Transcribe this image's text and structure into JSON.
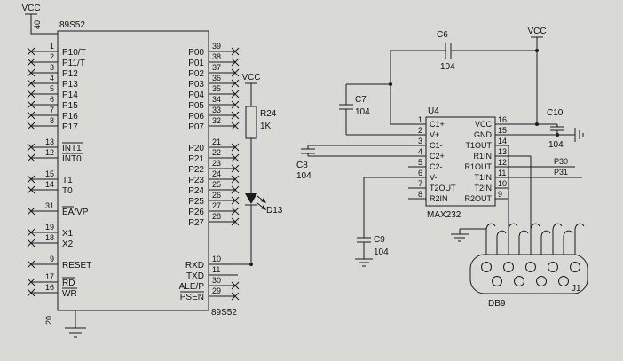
{
  "power": {
    "vcc": "VCC"
  },
  "mcu": {
    "name": "89S52",
    "pin40": "40",
    "pin20": "20",
    "left_pins": [
      {
        "num": "1",
        "label": "P10/T"
      },
      {
        "num": "2",
        "label": "P11/T"
      },
      {
        "num": "3",
        "label": "P12"
      },
      {
        "num": "4",
        "label": "P13"
      },
      {
        "num": "5",
        "label": "P14"
      },
      {
        "num": "6",
        "label": "P15"
      },
      {
        "num": "7",
        "label": "P16"
      },
      {
        "num": "8",
        "label": "P17"
      },
      {
        "num": "13",
        "label": "INT1"
      },
      {
        "num": "12",
        "label": "INT0"
      },
      {
        "num": "15",
        "label": "T1"
      },
      {
        "num": "14",
        "label": "T0"
      },
      {
        "num": "31",
        "label": "EA/VP"
      },
      {
        "num": "19",
        "label": "X1"
      },
      {
        "num": "18",
        "label": "X2"
      },
      {
        "num": "9",
        "label": "RESET"
      },
      {
        "num": "17",
        "label": "RD"
      },
      {
        "num": "16",
        "label": "WR"
      }
    ],
    "right_pins": [
      {
        "num": "39",
        "label": "P00"
      },
      {
        "num": "38",
        "label": "P01"
      },
      {
        "num": "37",
        "label": "P02"
      },
      {
        "num": "36",
        "label": "P03"
      },
      {
        "num": "35",
        "label": "P04"
      },
      {
        "num": "34",
        "label": "P05"
      },
      {
        "num": "33",
        "label": "P06"
      },
      {
        "num": "32",
        "label": "P07"
      },
      {
        "num": "21",
        "label": "P20"
      },
      {
        "num": "22",
        "label": "P21"
      },
      {
        "num": "23",
        "label": "P22"
      },
      {
        "num": "24",
        "label": "P23"
      },
      {
        "num": "25",
        "label": "P24"
      },
      {
        "num": "26",
        "label": "P25"
      },
      {
        "num": "27",
        "label": "P26"
      },
      {
        "num": "28",
        "label": "P27"
      },
      {
        "num": "10",
        "label": "RXD"
      },
      {
        "num": "11",
        "label": "TXD"
      },
      {
        "num": "30",
        "label": "ALE/P"
      },
      {
        "num": "29",
        "label": "PSEN"
      }
    ]
  },
  "resistor": {
    "ref": "R24",
    "value": "1K"
  },
  "led": {
    "ref": "D13"
  },
  "capacitors": {
    "c6": {
      "ref": "C6",
      "value": "104"
    },
    "c7": {
      "ref": "C7",
      "value": "104"
    },
    "c8": {
      "ref": "C8",
      "value": "104"
    },
    "c9": {
      "ref": "C9",
      "value": "104"
    },
    "c10": {
      "ref": "C10",
      "value": "104"
    }
  },
  "max232": {
    "ref": "U4",
    "part": "MAX232",
    "left_pins": [
      {
        "num": "1",
        "name": "C1+"
      },
      {
        "num": "2",
        "name": "V+"
      },
      {
        "num": "3",
        "name": "C1-"
      },
      {
        "num": "4",
        "name": "C2+"
      },
      {
        "num": "5",
        "name": "C2-"
      },
      {
        "num": "6",
        "name": "V-"
      },
      {
        "num": "7",
        "name": "T2OUT"
      },
      {
        "num": "8",
        "name": "R2IN"
      }
    ],
    "right_pins": [
      {
        "num": "16",
        "name": "VCC"
      },
      {
        "num": "15",
        "name": "GND"
      },
      {
        "num": "14",
        "name": "T1OUT"
      },
      {
        "num": "13",
        "name": "R1IN"
      },
      {
        "num": "12",
        "name": "R1OUT"
      },
      {
        "num": "11",
        "name": "T1IN"
      },
      {
        "num": "10",
        "name": "T2IN"
      },
      {
        "num": "9",
        "name": "R2OUT"
      }
    ]
  },
  "nets": {
    "p30": "P30",
    "p31": "P31"
  },
  "connector": {
    "ref": "J1",
    "name": "DB9"
  }
}
